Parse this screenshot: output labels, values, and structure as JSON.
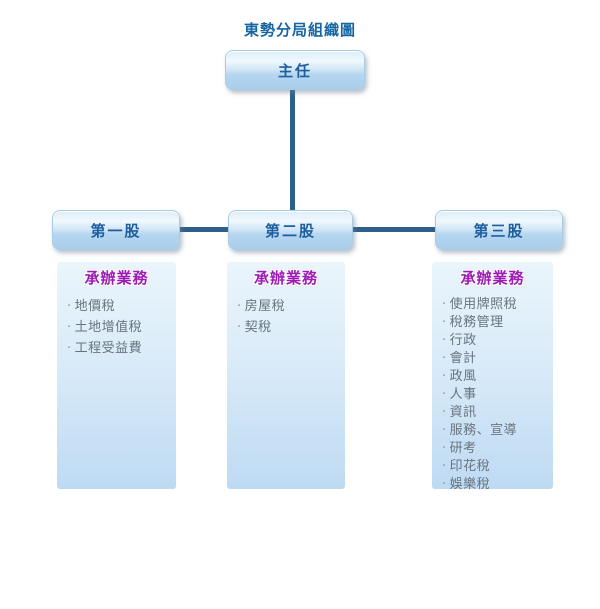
{
  "title": "東勢分局組織圖",
  "bullet_glyph": "·",
  "director": {
    "label": "主任"
  },
  "sections": [
    {
      "label": "第一股",
      "duties_label": "承辦業務",
      "items": [
        "地價稅",
        "土地增值稅",
        "工程受益費"
      ]
    },
    {
      "label": "第二股",
      "duties_label": "承辦業務",
      "items": [
        "房屋稅",
        "契稅"
      ]
    },
    {
      "label": "第三股",
      "duties_label": "承辦業務",
      "items": [
        "使用牌照稅",
        "稅務管理",
        "行政",
        "會計",
        "政風",
        "人事",
        "資訊",
        "服務、宣導",
        "研考",
        "印花稅",
        "娛樂稅"
      ]
    }
  ],
  "colors": {
    "title_text": "#1566a3",
    "box_text": "#1d5e9e",
    "connector": "#2e5f8c",
    "duties_text": "#9c1cb5",
    "list_text": "#68737e",
    "box_gradient_top": "#f0f8fd",
    "box_gradient_bottom": "#a9ceec",
    "panel_gradient_top": "#eaf5fc",
    "panel_gradient_bottom": "#bedaf3"
  }
}
